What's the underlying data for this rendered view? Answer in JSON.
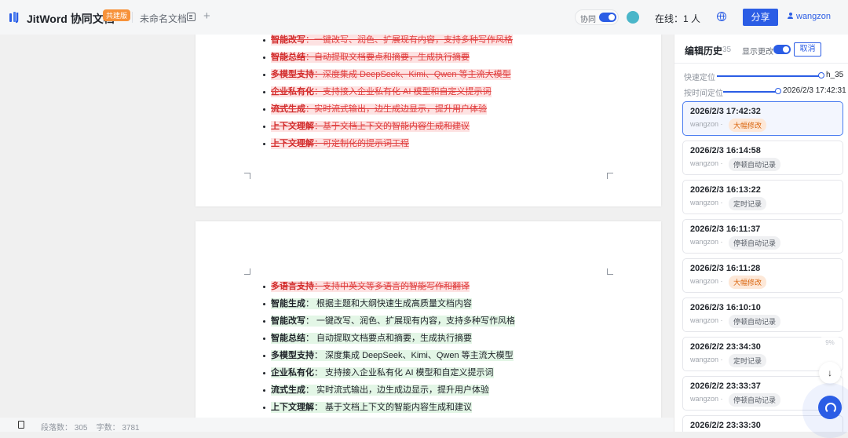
{
  "header": {
    "brand": "JitWord 协同文档",
    "edition_badge": "共建版",
    "doc_title": "未命名文档",
    "add_tab": "+",
    "collab_label": "协同",
    "online": "在线：1 人",
    "share_label": "分享",
    "user_name": "wangzon"
  },
  "page1_items": [
    {
      "title": "智能改写",
      "desc": "：一键改写、润色、扩展现有内容，支持多种写作风格",
      "state": "del"
    },
    {
      "title": "智能总结",
      "desc": "：自动提取文档要点和摘要，生成执行摘要",
      "state": "del"
    },
    {
      "title": "多模型支持",
      "desc": "：深度集成 DeepSeek、Kimi、Qwen 等主流大模型",
      "state": "del"
    },
    {
      "title": "企业私有化",
      "desc": "：支持接入企业私有化 AI 模型和自定义提示词",
      "state": "del"
    },
    {
      "title": "流式生成",
      "desc": "：实时流式输出，边生成边显示，提升用户体验",
      "state": "del"
    },
    {
      "title": "上下文理解",
      "desc": "：基于文档上下文的智能内容生成和建议",
      "state": "del"
    },
    {
      "title": "上下文理解",
      "desc": "：可定制化的提示词工程",
      "state": "del"
    }
  ],
  "page2_items": [
    {
      "title": "多语言支持",
      "desc": "：支持中英文等多语言的智能写作和翻译",
      "state": "del"
    },
    {
      "title": "智能生成",
      "desc": "： 根据主题和大纲快速生成高质量文档内容",
      "state": "ins"
    },
    {
      "title": "智能改写",
      "desc": "： 一键改写、润色、扩展现有内容，支持多种写作风格",
      "state": "ins"
    },
    {
      "title": "智能总结",
      "desc": "： 自动提取文档要点和摘要，生成执行摘要",
      "state": "ins"
    },
    {
      "title": "多模型支持",
      "desc": "： 深度集成 DeepSeek、Kimi、Qwen 等主流大模型",
      "state": "ins"
    },
    {
      "title": "企业私有化",
      "desc": "： 支持接入企业私有化 AI 模型和自定义提示词",
      "state": "ins"
    },
    {
      "title": "流式生成",
      "desc": "： 实时流式输出，边生成边显示，提升用户体验",
      "state": "ins"
    },
    {
      "title": "上下文理解",
      "desc": "： 基于文档上下文的智能内容生成和建议",
      "state": "ins"
    }
  ],
  "status": {
    "text": "段落数： 305    字数： 3781"
  },
  "history": {
    "title": "编辑历史",
    "count": "35",
    "show_changes_label": "显示更改",
    "cancel_label": "取消",
    "quick_locate_label": "快速定位",
    "quick_locate_value": "h_35",
    "time_locate_label": "按时间定位",
    "time_locate_value": "2026/2/3 17:42:31",
    "entries": [
      {
        "time": "2026/2/3 17:42:32",
        "user": "wangzon ·",
        "tag": "大幅修改",
        "type": "major",
        "active": true
      },
      {
        "time": "2026/2/3 16:14:58",
        "user": "wangzon ·",
        "tag": "停顿自动记录",
        "type": "normal"
      },
      {
        "time": "2026/2/3 16:13:22",
        "user": "wangzon ·",
        "tag": "定时记录",
        "type": "normal"
      },
      {
        "time": "2026/2/3 16:11:37",
        "user": "wangzon ·",
        "tag": "停顿自动记录",
        "type": "normal"
      },
      {
        "time": "2026/2/3 16:11:28",
        "user": "wangzon ·",
        "tag": "大幅修改",
        "type": "major"
      },
      {
        "time": "2026/2/3 16:10:10",
        "user": "wangzon ·",
        "tag": "停顿自动记录",
        "type": "normal"
      },
      {
        "time": "2026/2/2 23:34:30",
        "user": "wangzon ·",
        "tag": "定时记录",
        "type": "normal"
      },
      {
        "time": "2026/2/2 23:33:37",
        "user": "wangzon ·",
        "tag": "停顿自动记录",
        "type": "normal"
      },
      {
        "time": "2026/2/2 23:33:30",
        "user": "",
        "tag": "",
        "type": "normal"
      }
    ]
  },
  "floating": {
    "progress": "9%",
    "scroll_down": "↓"
  }
}
